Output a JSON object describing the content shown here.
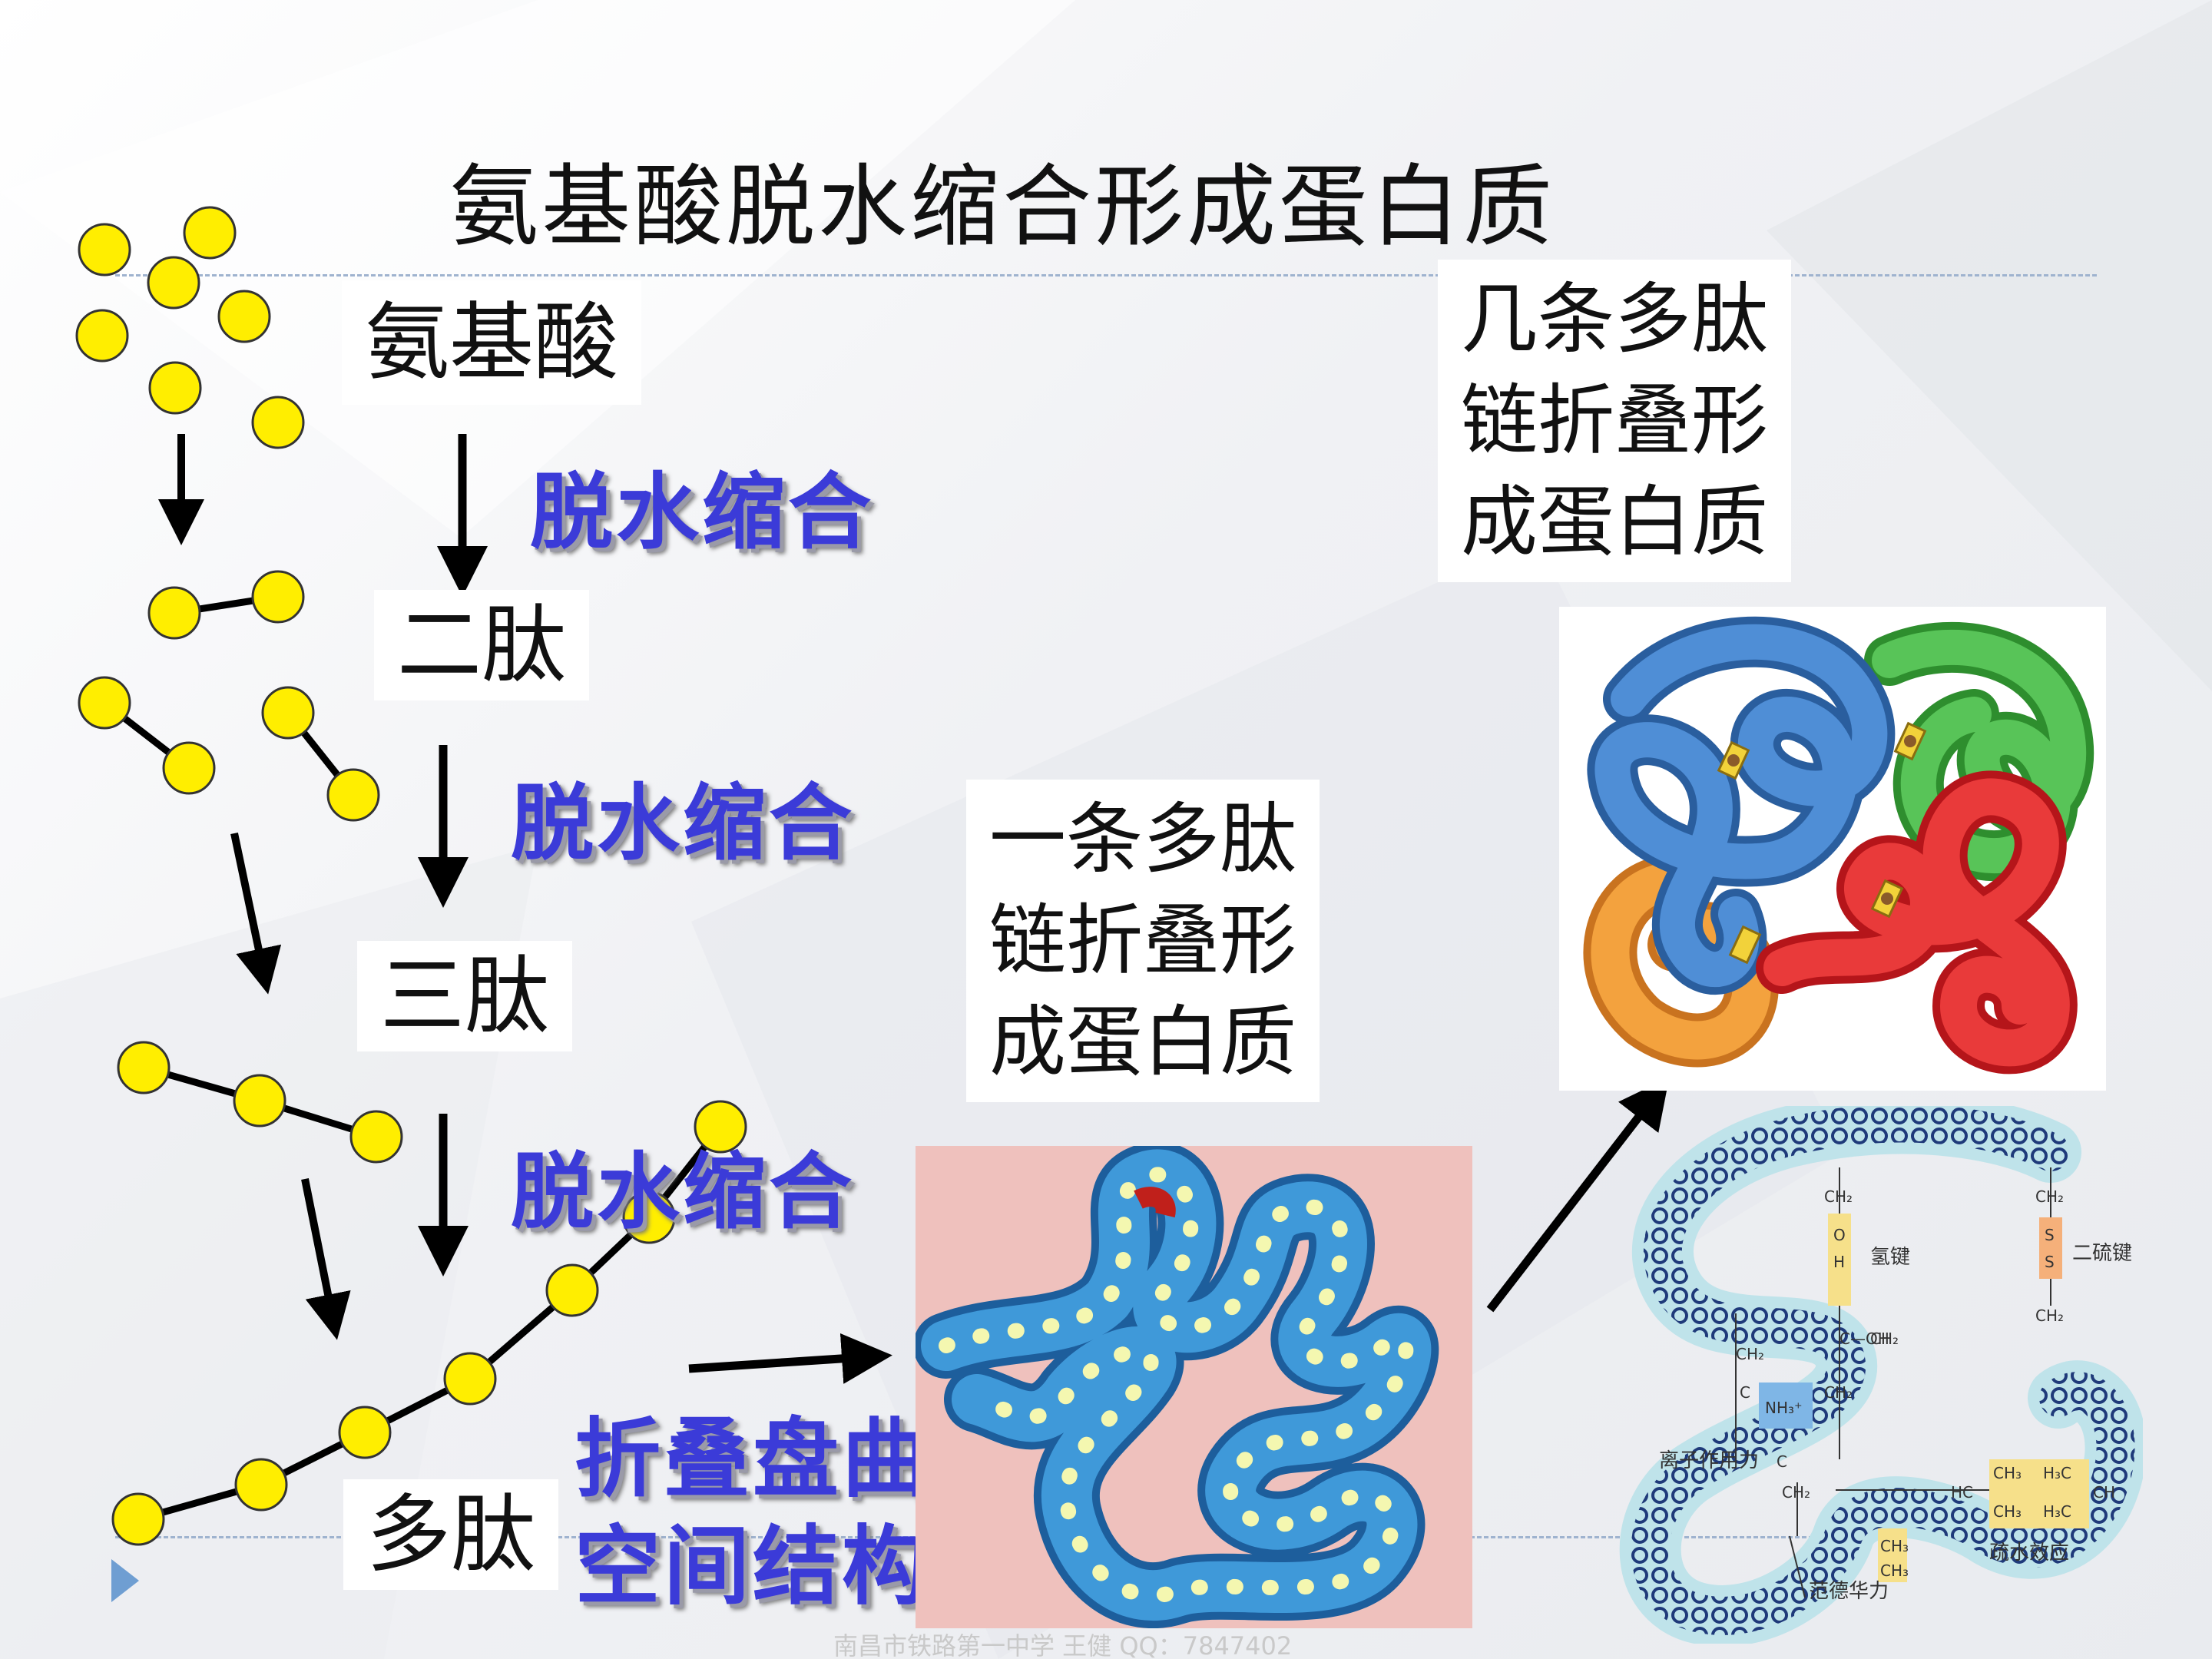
{
  "title": "氨基酸脱水缩合形成蛋白质",
  "stages": {
    "amino_acid": "氨基酸",
    "dipeptide": "二肽",
    "tripeptide": "三肽",
    "polypeptide": "多肽"
  },
  "reactions": {
    "dehydration_1": "脱水缩合",
    "dehydration_2": "脱水缩合",
    "dehydration_3": "脱水缩合"
  },
  "folding": {
    "line1": "折叠盘曲成",
    "line2": "空间结构"
  },
  "single_chain": {
    "line1": "一条多肽",
    "line2": "链折叠形",
    "line3": "成蛋白质"
  },
  "multi_chain": {
    "line1": "几条多肽",
    "line2": "链折叠形",
    "line3": "成蛋白质"
  },
  "bond_diagram": {
    "hydrogen_bond": "氢键",
    "disulfide_bond": "二硫键",
    "ionic_force": "离子作用力",
    "hydrophobic": "疏水效应",
    "van_der_waals": "范德华力",
    "ch2": "CH₂",
    "oh": "C—OH",
    "nh3": "NH₃⁺",
    "ch3": "CH₃",
    "h3c": "H₃C",
    "hc": "HC",
    "ch": "CH",
    "s": "S",
    "o": "O",
    "h": "H",
    "c": "C"
  },
  "footer": "南昌市铁路第一中学  王健   QQ：7847402",
  "colors": {
    "bead": "#ffee00",
    "bead_outline": "#333333",
    "reaction_text": "#3b3bd8",
    "blue_chain": "#4a7fc4",
    "green_chain": "#4bb34b",
    "red_chain": "#e23a3a",
    "orange_chain": "#f09a3a"
  }
}
